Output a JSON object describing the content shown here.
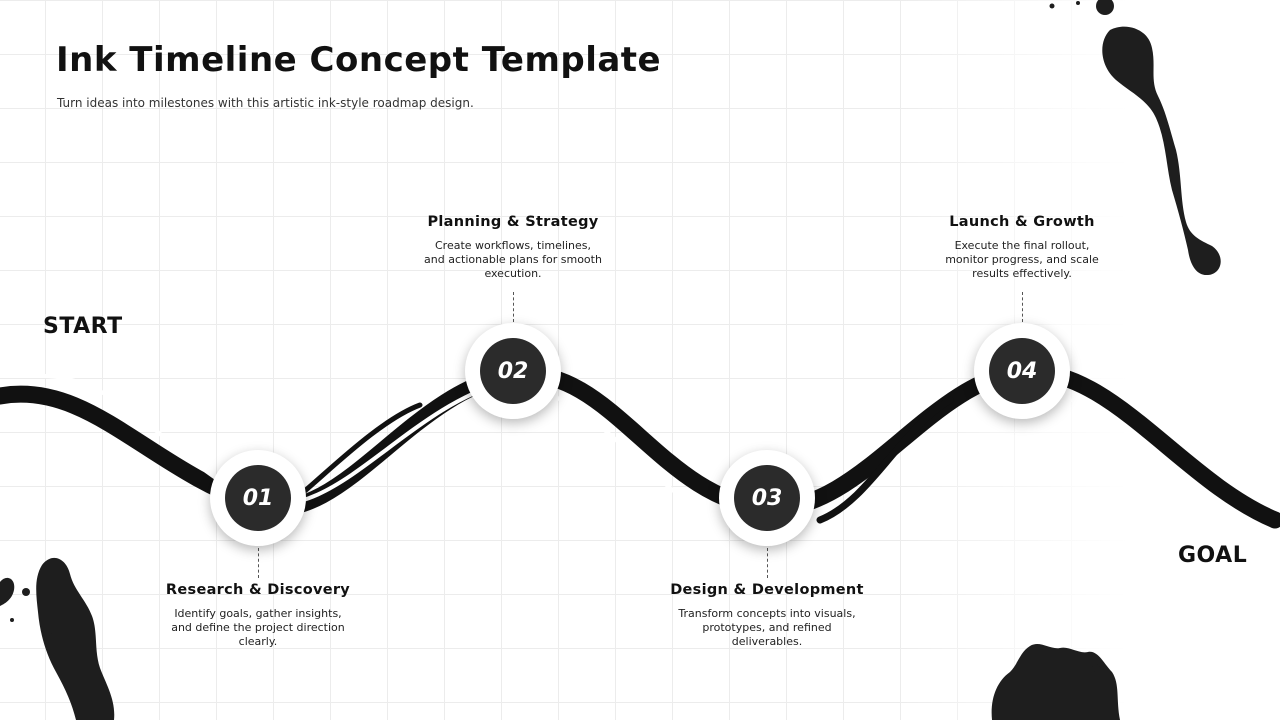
{
  "header": {
    "title": "Ink Timeline Concept Template",
    "subtitle": "Turn ideas into milestones with this artistic ink-style roadmap design."
  },
  "labels": {
    "start": "START",
    "goal": "GOAL"
  },
  "steps": [
    {
      "number": "01",
      "title": "Research & Discovery",
      "description": "Identify goals, gather insights, and define the project direction clearly."
    },
    {
      "number": "02",
      "title": "Planning & Strategy",
      "description": "Create workflows, timelines, and actionable plans for smooth execution."
    },
    {
      "number": "03",
      "title": "Design & Development",
      "description": "Transform concepts into visuals, prototypes, and refined deliverables."
    },
    {
      "number": "04",
      "title": "Launch & Growth",
      "description": "Execute the final rollout, monitor progress, and scale results effectively."
    }
  ],
  "colors": {
    "ink": "#111111",
    "node_fill": "#2b2b2b",
    "grid": "#ececec",
    "background": "#ffffff"
  }
}
